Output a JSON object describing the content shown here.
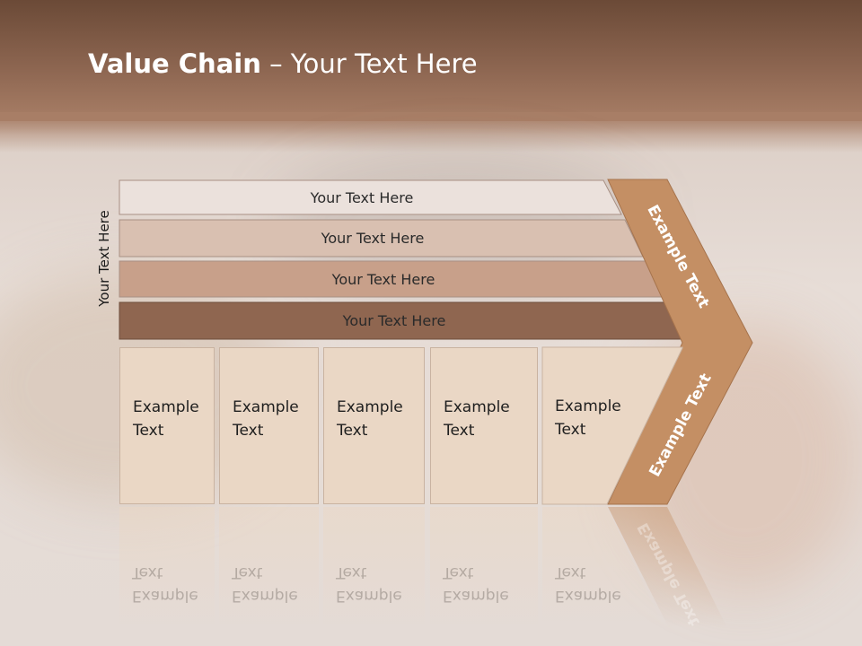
{
  "slide": {
    "title_bold": "Value Chain",
    "title_rest": " – Your Text Here",
    "side_label": "Your Text Here"
  },
  "support_bars": [
    {
      "label": "Your Text Here",
      "color": "#ebe1dc"
    },
    {
      "label": "Your Text Here",
      "color": "#d9c0b1"
    },
    {
      "label": "Your Text Here",
      "color": "#c8a08a"
    },
    {
      "label": "Your Text Here",
      "color": "#8f6650"
    }
  ],
  "primary_activities": [
    {
      "label": "Example\nText"
    },
    {
      "label": "Example\nText"
    },
    {
      "label": "Example\nText"
    },
    {
      "label": "Example\nText"
    },
    {
      "label": "Example\nText"
    }
  ],
  "arrow": {
    "upper_label": "Example Text",
    "lower_label": "Example Text",
    "color": "#c48f64",
    "reflection_label": "Example Text"
  },
  "colors": {
    "primary_box": "#ead7c5",
    "title_band": "#8c6550"
  }
}
